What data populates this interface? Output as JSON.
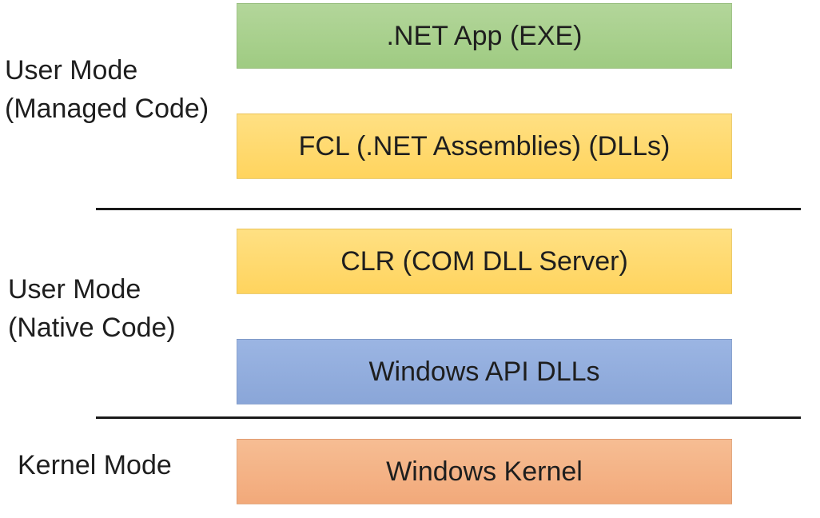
{
  "modes": {
    "managed": {
      "line1": "User Mode",
      "line2": "(Managed Code)"
    },
    "native": {
      "line1": "User Mode",
      "line2": "(Native Code)"
    },
    "kernel": {
      "line1": "Kernel Mode"
    }
  },
  "layers": {
    "app": {
      "label": ".NET App (EXE)",
      "color": "#a9d18e"
    },
    "fcl": {
      "label": "FCL (.NET Assemblies) (DLLs)",
      "color": "#ffd966"
    },
    "clr": {
      "label": "CLR (COM DLL Server)",
      "color": "#ffd966"
    },
    "winapi": {
      "label": "Windows API DLLs",
      "color": "#8faadc"
    },
    "kernel": {
      "label": "Windows Kernel",
      "color": "#f4b183"
    }
  }
}
